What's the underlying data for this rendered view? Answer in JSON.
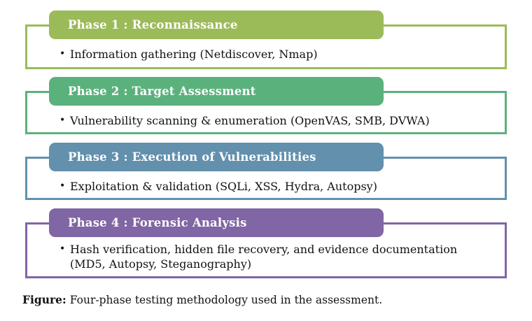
{
  "figure": {
    "background": "#ffffff",
    "header_text_color": "#ffffff",
    "body_text_color": "#121212",
    "bullet_glyph": "•",
    "phases": [
      {
        "title": "Phase 1 : Reconnaissance",
        "color": "#9bbb59",
        "bullets": [
          "Information gathering (Netdiscover, Nmap)"
        ]
      },
      {
        "title": "Phase 2 : Target Assessment",
        "color": "#5bb17c",
        "bullets": [
          "Vulnerability scanning & enumeration (OpenVAS, SMB, DVWA)"
        ]
      },
      {
        "title": "Phase 3 : Execution of Vulnerabilities",
        "color": "#6290ad",
        "bullets": [
          "Exploitation & validation (SQLi, XSS, Hydra, Autopsy)"
        ]
      },
      {
        "title": "Phase 4 : Forensic Analysis",
        "color": "#8066a4",
        "bullets": [
          "Hash verification, hidden file recovery, and evidence documentation\n(MD5, Autopsy, Steganography)"
        ]
      }
    ],
    "caption": {
      "label": "Figure:",
      "text": "Four-phase testing methodology used in the assessment."
    }
  }
}
